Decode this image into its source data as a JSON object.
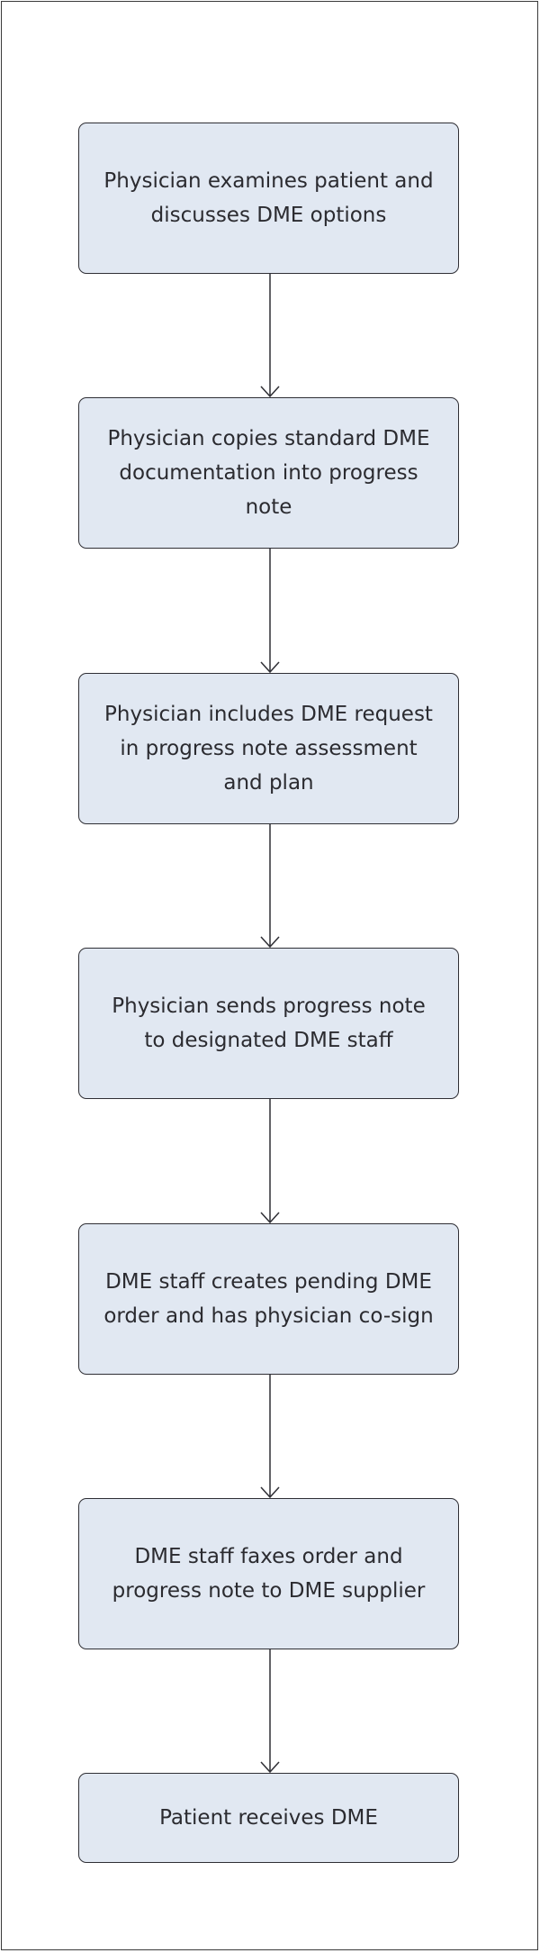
{
  "flowchart": {
    "steps": [
      {
        "label": "Physician examines patient and discusses DME options"
      },
      {
        "label": "Physician copies standard DME documentation into progress note"
      },
      {
        "label": "Physician includes DME request in progress note assessment and plan"
      },
      {
        "label": "Physician sends progress note to designated DME staff"
      },
      {
        "label": "DME staff creates pending DME order and has physician co-sign"
      },
      {
        "label": "DME staff faxes order and progress note to DME supplier"
      },
      {
        "label": "Patient receives DME"
      }
    ],
    "colors": {
      "box_fill": "#e1e8f2",
      "box_border": "#2f2f35",
      "arrow": "#2f2f35",
      "text": "#2b2b30"
    }
  }
}
